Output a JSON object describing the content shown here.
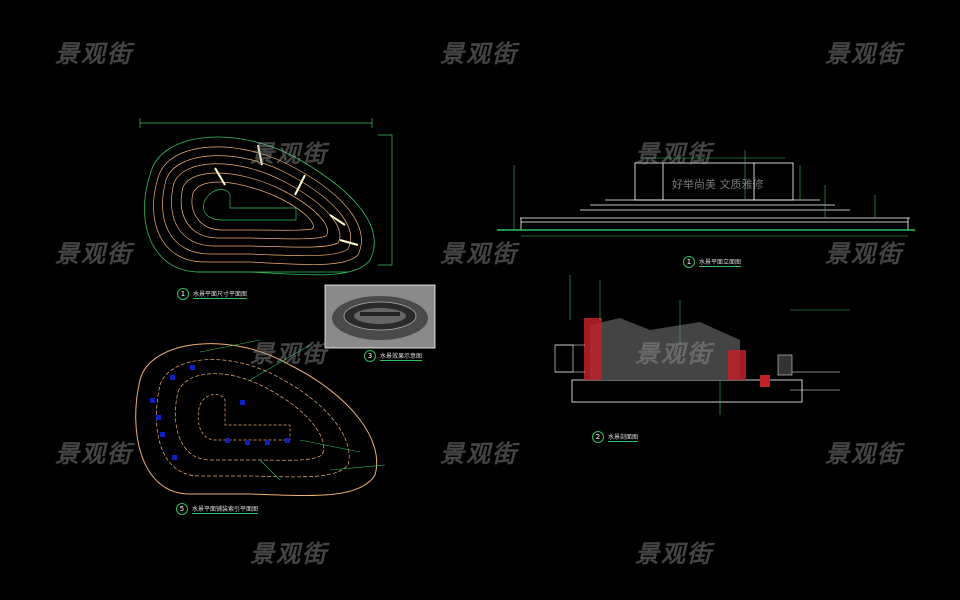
{
  "watermark": "景观街",
  "wall_inscription": "好举尚美  文质雅修",
  "views": [
    {
      "number": "1",
      "title": "水景平面尺寸平面图"
    },
    {
      "number": "3",
      "title": "水景效果示意图"
    },
    {
      "number": "5",
      "title": "水景平面铺装索引平面图"
    },
    {
      "number": "1",
      "title": "水景平面立面图"
    },
    {
      "number": "2",
      "title": "水景剖面图"
    }
  ],
  "colors": {
    "background": "#000000",
    "line_green": "#2fbf5f",
    "line_orange": "#f0b070",
    "line_white": "#ffffff",
    "hatch_red": "#c0202a",
    "water_blue": "#1020c0"
  }
}
